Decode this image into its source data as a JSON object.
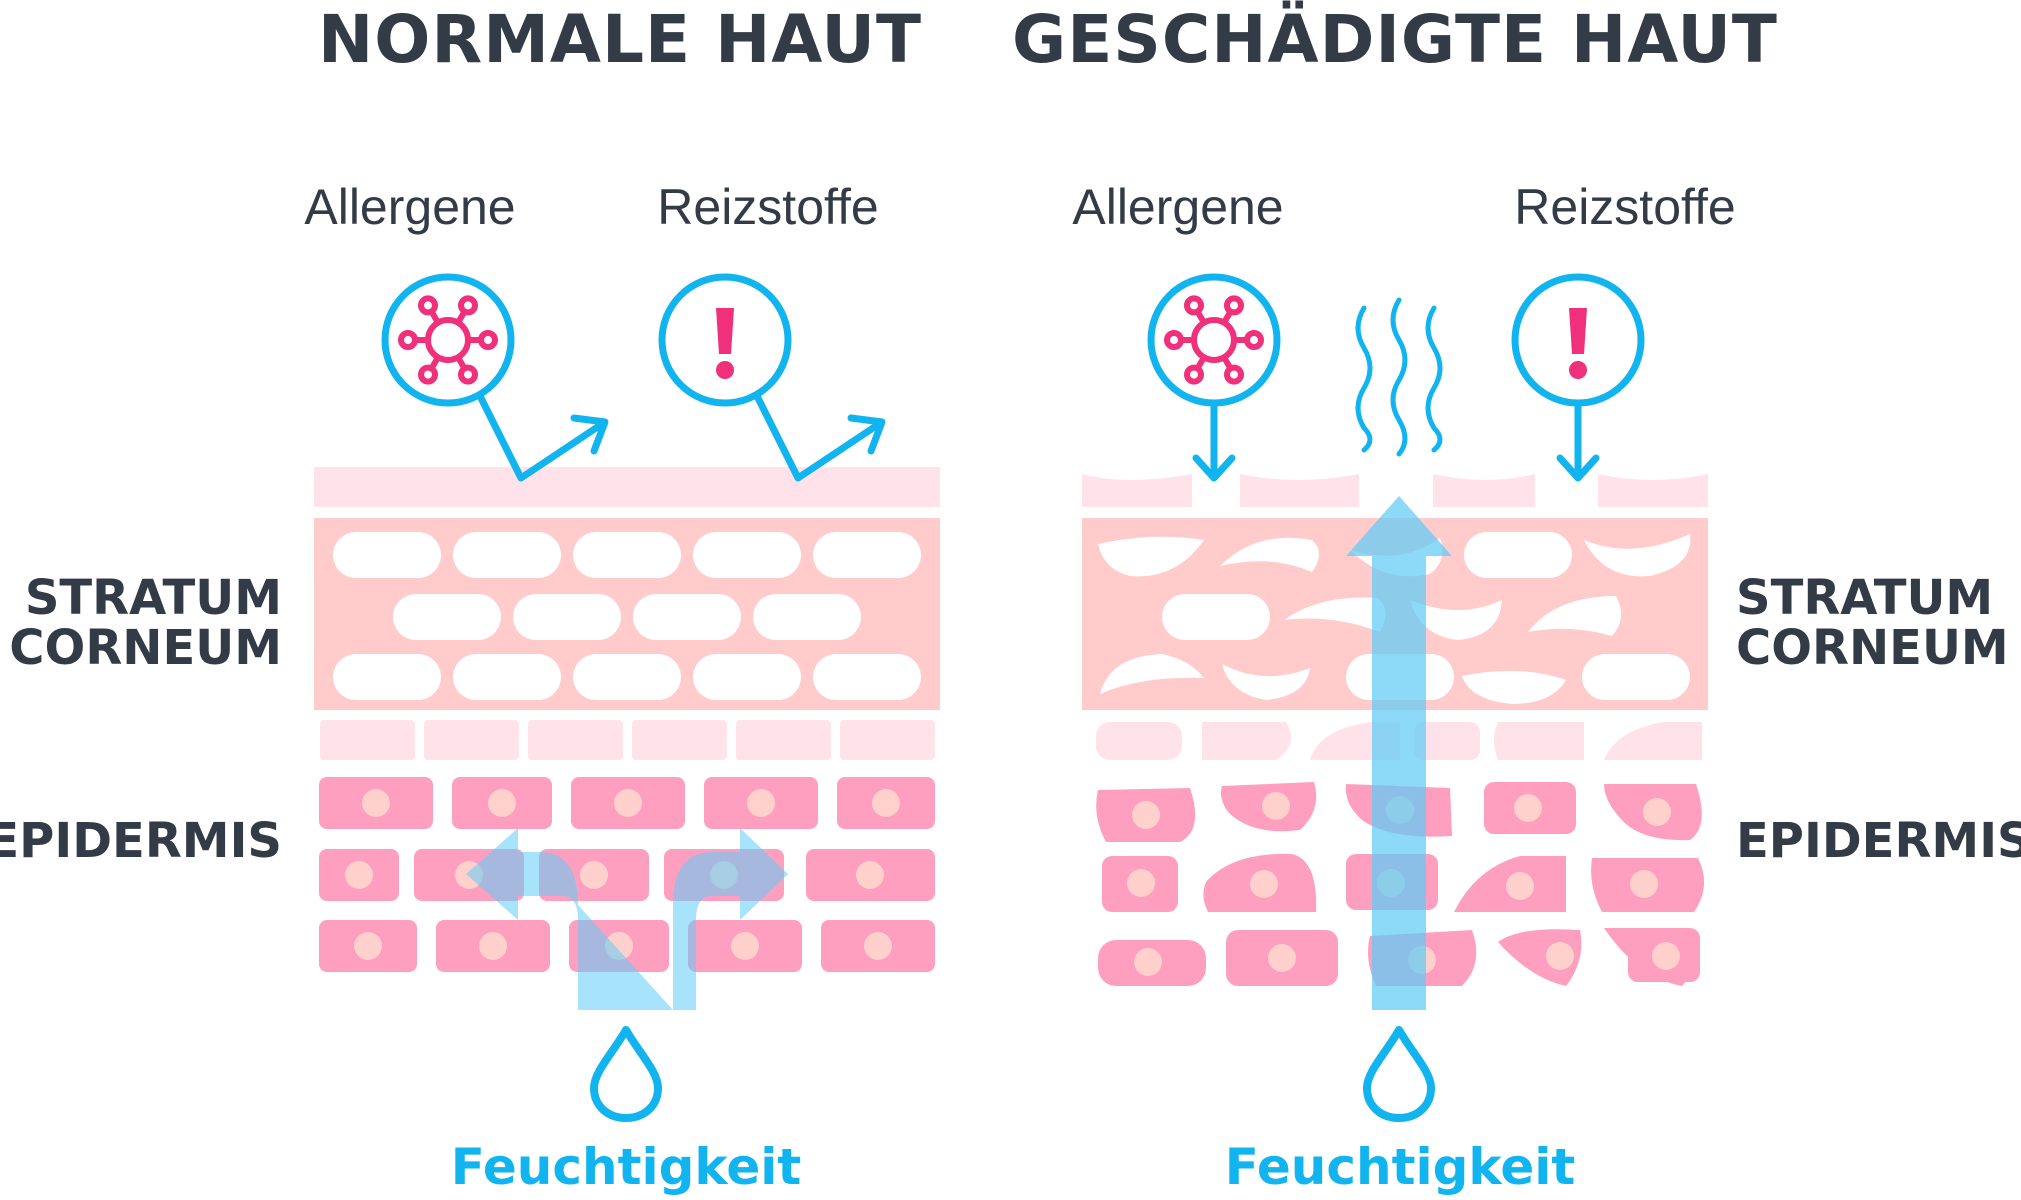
{
  "panels": {
    "normal": {
      "title": "NORMALE HAUT",
      "allergen_label": "Allergene",
      "irritant_label": "Reizstoffe",
      "moisture_label": "Feuchtigkeit"
    },
    "damaged": {
      "title": "GESCHÄDIGTE HAUT",
      "allergen_label": "Allergene",
      "irritant_label": "Reizstoffe",
      "moisture_label": "Feuchtigkeit"
    }
  },
  "layers": {
    "left": {
      "stratum_line1": "STRATUM",
      "stratum_line2": "CORNEUM",
      "epidermis": "EPIDERMIS"
    },
    "right": {
      "stratum_line1": "STRATUM",
      "stratum_line2": "CORNEUM",
      "epidermis": "EPIDERMIS"
    }
  },
  "icons": {
    "allergen": "virus-icon",
    "irritant": "exclamation-icon",
    "moisture": "water-drop-icon",
    "evaporation": "wavy-lines-icon"
  },
  "colors": {
    "text_dark": "#333b46",
    "accent_blue": "#12b4ef",
    "magenta": "#f0307a",
    "stratum_fill": "#ffcbcb",
    "top_layer_fill": "#ffe2ea",
    "epidermis_cell": "#ff9fc0",
    "nucleus": "#ffd0cc",
    "moisture_arrow": "#5fccf5"
  }
}
